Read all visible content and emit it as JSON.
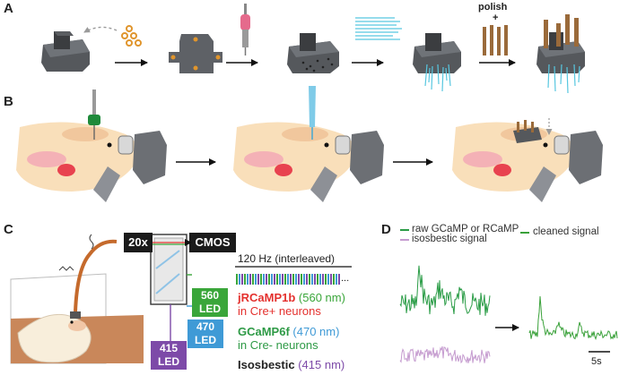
{
  "panels": {
    "a": "A",
    "b": "B",
    "c": "C",
    "d": "D"
  },
  "panel_a": {
    "polish_label": "polish",
    "plus_label": "+"
  },
  "panel_c": {
    "objective": "20x",
    "camera": "CMOS",
    "led_560": {
      "value": "560",
      "unit": "LED"
    },
    "led_470": {
      "value": "470",
      "unit": "LED"
    },
    "led_415": {
      "value": "415",
      "unit": "LED"
    },
    "rate_label": "120 Hz (interleaved)",
    "ellipsis": "...",
    "indicators": [
      {
        "name": "jRCaMP1b",
        "wavelength": "(560 nm)",
        "target": "in Cre+ neurons",
        "color": "#e4312e",
        "wl_color": "#3aa63a"
      },
      {
        "name": "GCaMP6f",
        "wavelength": "(470 nm)",
        "target": "in Cre- neurons",
        "color": "#2e9a46",
        "wl_color": "#3f9ad6"
      },
      {
        "name": "Isosbestic",
        "wavelength": "(415 nm)",
        "target": "",
        "color": "#222222",
        "wl_color": "#7d4aa8"
      }
    ],
    "colors": {
      "green": "#3aa63a",
      "blue": "#3f9ad6",
      "purple": "#7d4aa8",
      "dark": "#1b1b1b"
    }
  },
  "panel_d": {
    "legend": {
      "raw": "raw GCaMP or RCaMP",
      "isosbestic": "isosbestic signal",
      "cleaned": "cleaned signal"
    },
    "scale_bar": "5s",
    "colors": {
      "raw": "#2a9c46",
      "isosbestic": "#c59bcf",
      "cleaned": "#3aa13a"
    }
  }
}
